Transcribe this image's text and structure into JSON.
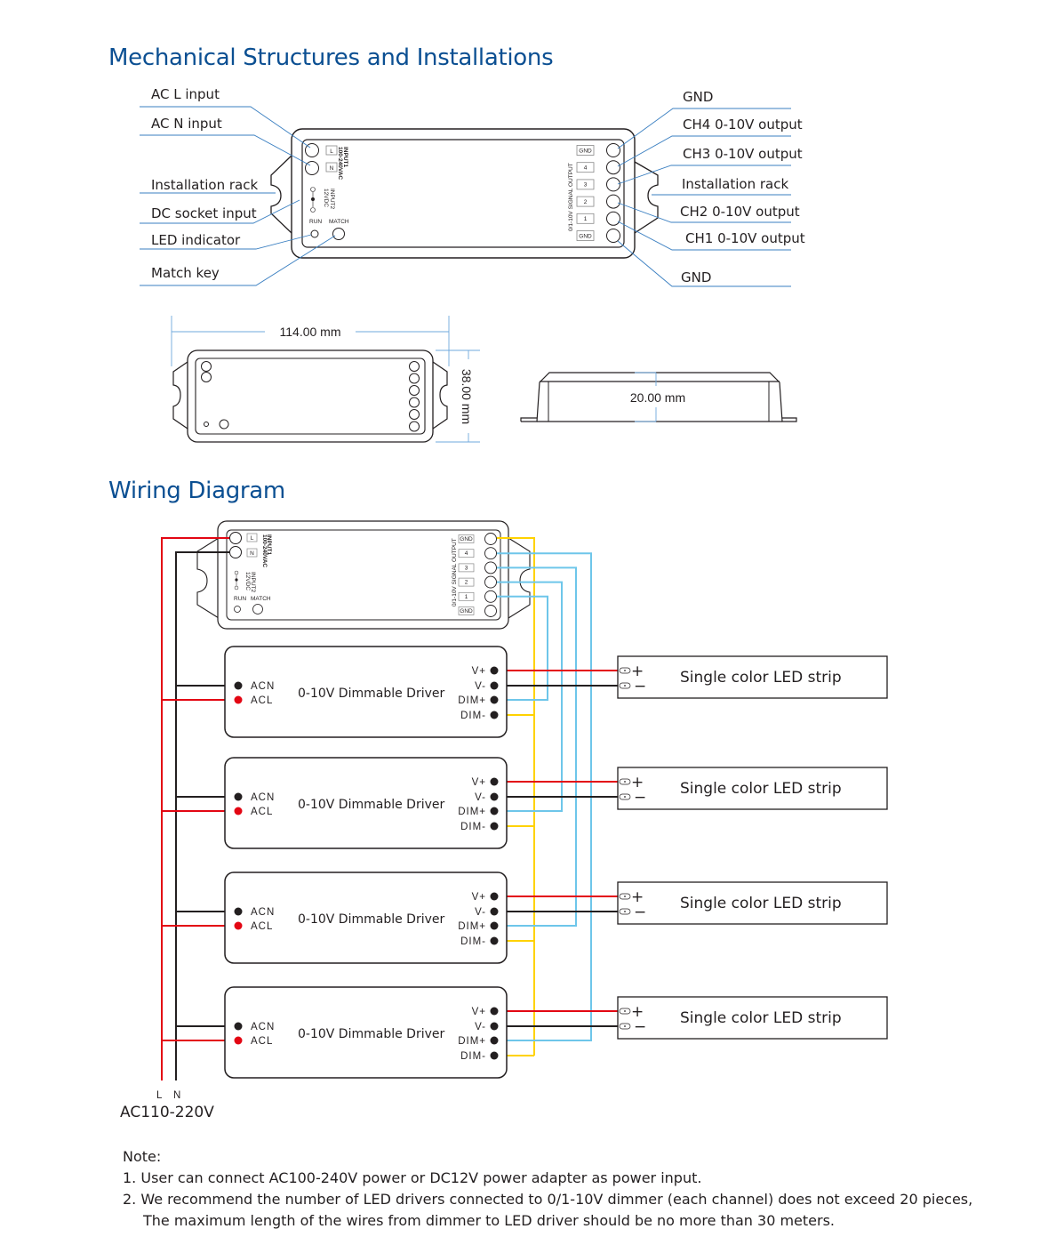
{
  "sections": {
    "mechanical_title": "Mechanical Structures and Installations",
    "wiring_title": "Wiring Diagram"
  },
  "mechanical": {
    "left_callouts": [
      "AC L input",
      "AC N input",
      "Installation rack",
      "DC socket input",
      "LED indicator",
      "Match key"
    ],
    "right_callouts": [
      "GND",
      "CH4 0-10V output",
      "CH3 0-10V output",
      "Installation rack",
      "CH2 0-10V output",
      "CH1 0-10V output",
      "GND"
    ],
    "device": {
      "input1_label": "INPUT1",
      "input1_voltage": "100-240VAC",
      "terminal_l": "L",
      "terminal_n": "N",
      "input2_label": "INPUT2",
      "input2_voltage": "12VDC",
      "run_label": "RUN",
      "match_label": "MATCH",
      "signal_output_label": "0/1-10V SIGNAL OUTPUT",
      "output_terminals": [
        "GND",
        "4",
        "3",
        "2",
        "1",
        "GND"
      ]
    },
    "dimensions": {
      "length": "114.00 mm",
      "width": "38.00 mm",
      "height": "20.00 mm"
    }
  },
  "wiring": {
    "driver_label": "0-10V Dimmable Driver",
    "driver_inputs": [
      "ACN",
      "ACL"
    ],
    "driver_outputs": [
      "V+",
      "V-",
      "DIM+",
      "DIM-"
    ],
    "strip_label": "Single color LED strip",
    "strip_terminals": [
      "+",
      "−"
    ],
    "driver_count": 4,
    "mains_terminals": [
      "L",
      "N"
    ],
    "mains_label": "AC110-220V",
    "wire_colors": {
      "live": "#e30613",
      "neutral": "#231f20",
      "dim_plus": "#6ec6ea",
      "dim_minus": "#ffd200"
    }
  },
  "notes": {
    "heading": "Note:",
    "items": [
      "1. User can connect AC100-240V power or DC12V power adapter as power input.",
      "2. We recommend the number of LED drivers connected to 0/1-10V dimmer (each channel) does not exceed 20 pieces,"
    ],
    "continuation": "The maximum length of the wires from dimmer to LED driver should be no more than 30 meters."
  },
  "theme": {
    "title_color": "#0b4f92",
    "callout_line_color": "#3a7fc1",
    "dimension_line_color": "#6fa8dc"
  }
}
